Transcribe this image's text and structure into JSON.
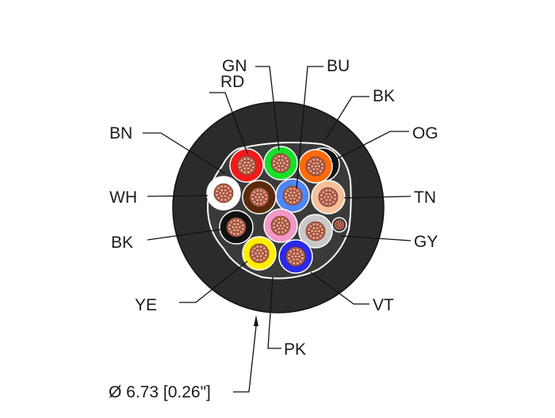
{
  "diameter_label": "Ø 6.73 [0.26\"]",
  "jacket_color": "#2b2b2b",
  "drain_color": "#e8a78f",
  "conductors": [
    {
      "code": "RD",
      "color": "#f41a1a"
    },
    {
      "code": "GN",
      "color": "#17e02a"
    },
    {
      "code": "BU",
      "color": "#4f86f7"
    },
    {
      "code": "BK",
      "color": "#111111"
    },
    {
      "code": "OG",
      "color": "#ff6a0d"
    },
    {
      "code": "BN",
      "color": "#5a2a0c"
    },
    {
      "code": "WH",
      "color": "#ffffff"
    },
    {
      "code": "TN",
      "color": "#f8c09a"
    },
    {
      "code": "BK",
      "color": "#111111"
    },
    {
      "code": "GY",
      "color": "#c9c9c9"
    },
    {
      "code": "YE",
      "color": "#ffee00"
    },
    {
      "code": "VT",
      "color": "#2a2ae8"
    },
    {
      "code": "PK",
      "color": "#f398c6"
    }
  ]
}
